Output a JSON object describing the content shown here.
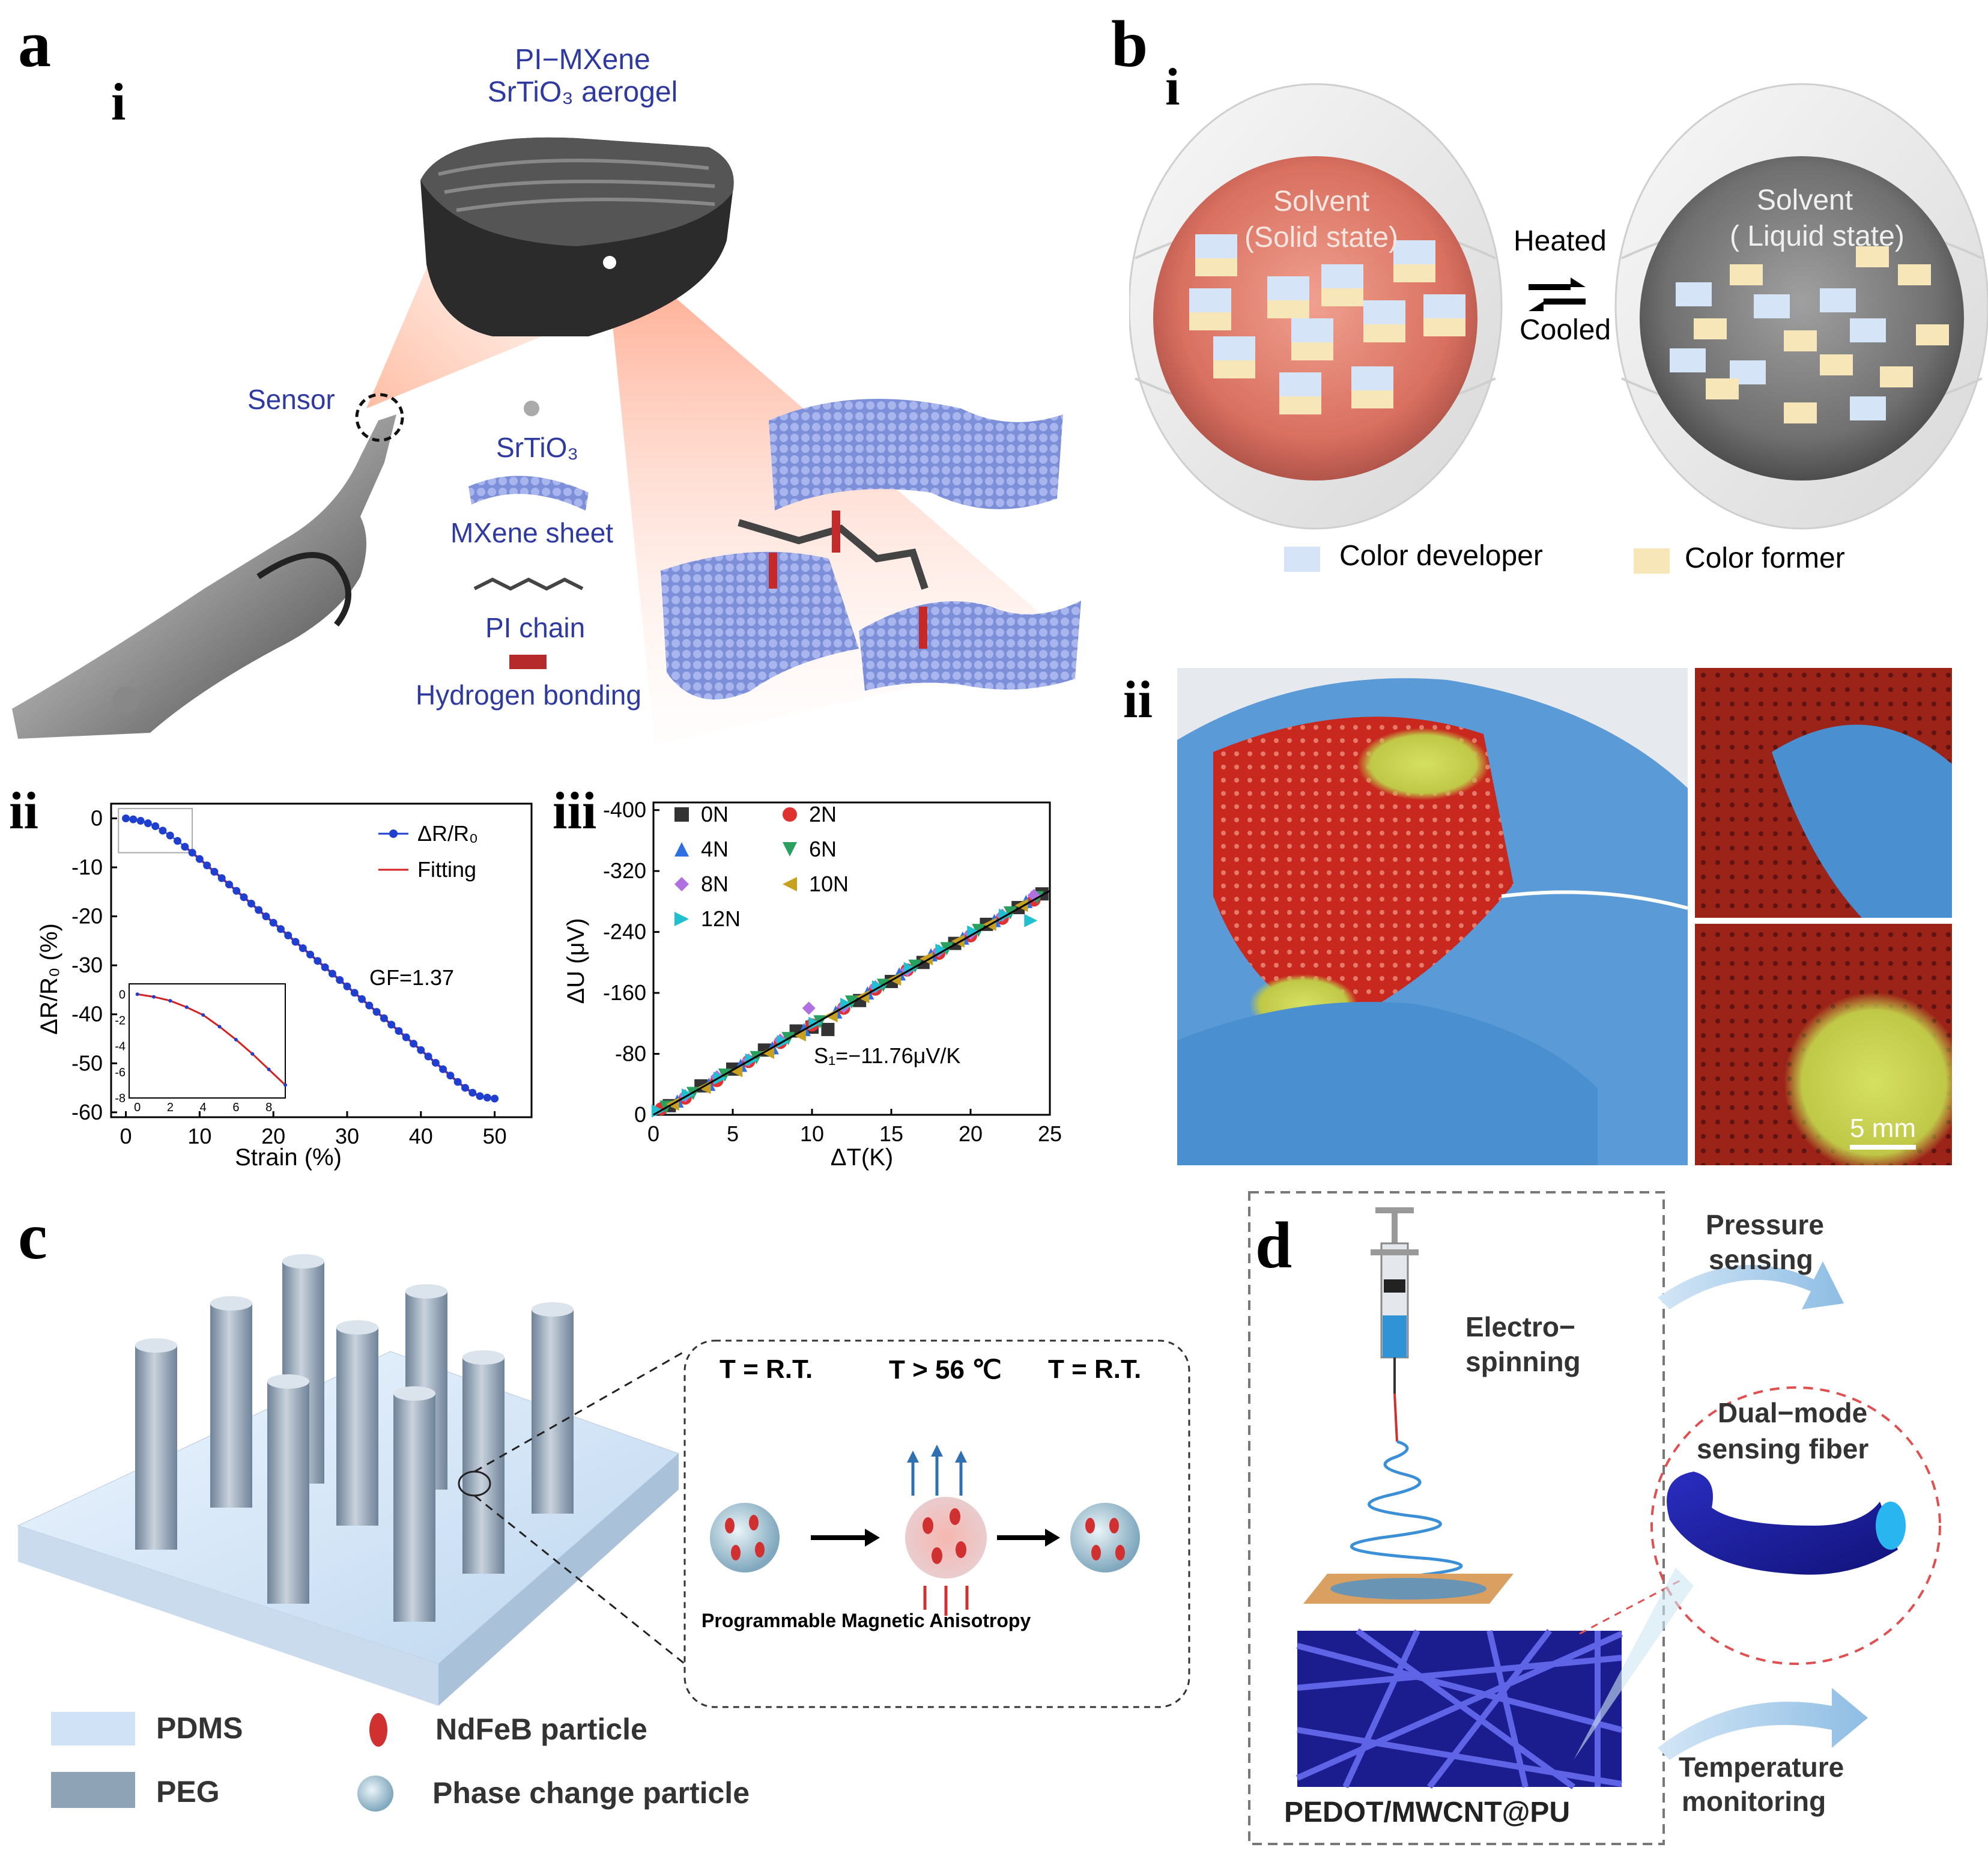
{
  "panel_labels": {
    "a": "a",
    "a_i": "i",
    "a_ii": "ii",
    "a_iii": "iii",
    "b": "b",
    "b_i": "i",
    "b_ii": "ii",
    "c": "c",
    "d": "d"
  },
  "panel_a": {
    "aerogel_line1": "PI−MXene",
    "aerogel_line2": "SrTiO₃ aerogel",
    "sensor": "Sensor",
    "srtio3": "SrTiO₃",
    "mxene_sheet": "MXene sheet",
    "pi_chain": "PI chain",
    "hydrogen_bonding": "Hydrogen bonding"
  },
  "panel_b": {
    "left_solvent": "Solvent",
    "left_state": "(Solid state)",
    "right_solvent": "Solvent",
    "right_state": "( Liquid state)",
    "heated": "Heated",
    "cooled": "Cooled",
    "color_developer": "Color developer",
    "color_former": "Color former",
    "scale_bar": "5 mm"
  },
  "panel_c": {
    "t_rt_1": "T = R.T.",
    "t_hot": "T > 56 ℃",
    "t_rt_2": "T = R.T.",
    "anisotropy": "Programmable Magnetic Anisotropy",
    "legend_pdms": "PDMS",
    "legend_peg": "PEG",
    "legend_ndfeb": "NdFeB particle",
    "legend_phase": "Phase change particle"
  },
  "panel_d": {
    "electro1": "Electro−",
    "electro2": "spinning",
    "pressure1": "Pressure",
    "pressure2": "sensing",
    "dual1": "Dual−mode",
    "dual2": "sensing fiber",
    "material": "PEDOT/MWCNT@PU",
    "temp1": "Temperature",
    "temp2": "monitoring"
  },
  "colors": {
    "label_blue": "#2f3aa0",
    "fit_red": "#d42020",
    "data_blue": "#1f3fd0",
    "glove_blue": "#4a90d0",
    "paper_red": "#c8281e"
  },
  "chart_data": [
    {
      "type": "line",
      "xlabel": "Strain (%)",
      "ylabel": "ΔR/R₀ (%)",
      "xlim": [
        -2,
        55
      ],
      "ylim": [
        -61,
        3
      ],
      "xticks": [
        0,
        10,
        20,
        30,
        40,
        50
      ],
      "yticks": [
        0,
        -10,
        -20,
        -30,
        -40,
        -50,
        -60
      ],
      "annotation": "GF=1.37",
      "legend_position": "top-right",
      "series": [
        {
          "name": "ΔR/R₀",
          "x": [
            0,
            1,
            2,
            3,
            4,
            5,
            6,
            7,
            8,
            9,
            10,
            11,
            12,
            13,
            14,
            15,
            16,
            17,
            18,
            19,
            20,
            21,
            22,
            23,
            24,
            25,
            26,
            27,
            28,
            29,
            30,
            31,
            32,
            33,
            34,
            35,
            36,
            37,
            38,
            39,
            40,
            41,
            42,
            43,
            44,
            45,
            46,
            47,
            48,
            49,
            50
          ],
          "y": [
            0,
            -0.2,
            -0.5,
            -1.0,
            -1.6,
            -2.5,
            -3.5,
            -4.6,
            -5.8,
            -7.0,
            -8.3,
            -9.6,
            -10.9,
            -12.2,
            -13.5,
            -14.8,
            -16.1,
            -17.4,
            -18.7,
            -20.0,
            -21.3,
            -22.6,
            -23.9,
            -25.2,
            -26.5,
            -27.8,
            -29.1,
            -30.4,
            -31.7,
            -33.0,
            -34.3,
            -35.6,
            -36.9,
            -38.2,
            -39.5,
            -40.8,
            -42.1,
            -43.4,
            -44.7,
            -46.0,
            -47.3,
            -48.6,
            -49.9,
            -51.2,
            -52.5,
            -53.8,
            -55.0,
            -56.0,
            -56.7,
            -57.0,
            -57.2
          ]
        },
        {
          "name": "Fitting",
          "x": [
            8,
            50
          ],
          "y": [
            -5.8,
            -57.2
          ]
        }
      ],
      "inset": {
        "xlim": [
          -0.5,
          9
        ],
        "ylim": [
          -8,
          0.8
        ],
        "xticks": [
          0,
          2,
          4,
          6,
          8
        ],
        "yticks": [
          0,
          -2,
          -4,
          -6,
          -8
        ],
        "x": [
          0,
          1,
          2,
          3,
          4,
          5,
          6,
          7,
          8,
          9
        ],
        "y": [
          0,
          -0.2,
          -0.5,
          -1.0,
          -1.6,
          -2.5,
          -3.5,
          -4.6,
          -5.8,
          -7.0
        ]
      }
    },
    {
      "type": "scatter",
      "xlabel": "ΔT(K)",
      "ylabel": "ΔU (μV)",
      "xlim": [
        0,
        25
      ],
      "ylim": [
        0,
        -410
      ],
      "xticks": [
        0,
        5,
        10,
        15,
        20,
        25
      ],
      "yticks": [
        0,
        -80,
        -160,
        -240,
        -320,
        -400
      ],
      "annotation": "S₁=−11.76μV/K",
      "fit_slope": -11.76,
      "legend_position": "top-left",
      "series": [
        {
          "name": "0N",
          "marker": "square",
          "color": "#333333",
          "x": [
            1,
            3,
            5,
            7,
            9,
            10,
            11,
            13,
            15,
            17,
            19,
            21,
            23,
            24.5
          ],
          "y": [
            -12,
            -38,
            -60,
            -85,
            -110,
            -115,
            -112,
            -150,
            -175,
            -200,
            -225,
            -250,
            -272,
            -290
          ]
        },
        {
          "name": "2N",
          "marker": "circle",
          "color": "#e03030",
          "x": [
            0.5,
            2,
            4,
            6,
            8,
            10,
            12,
            14,
            16,
            18,
            20,
            22,
            24
          ],
          "y": [
            -8,
            -22,
            -45,
            -70,
            -95,
            -118,
            -140,
            -165,
            -190,
            -212,
            -235,
            -258,
            -282
          ]
        },
        {
          "name": "4N",
          "marker": "triangle-up",
          "color": "#2f6fe0",
          "x": [
            1.5,
            3.5,
            5.5,
            7.5,
            9.5,
            11.5,
            13.5,
            15.5,
            17.5,
            19.5,
            21.5,
            23.5
          ],
          "y": [
            -18,
            -40,
            -65,
            -88,
            -112,
            -135,
            -160,
            -185,
            -210,
            -232,
            -255,
            -280
          ]
        },
        {
          "name": "6N",
          "marker": "triangle-down",
          "color": "#2aa060",
          "x": [
            0.8,
            2.5,
            4.5,
            6.5,
            8.5,
            10.5,
            12.5,
            14.5,
            16.5,
            18.5,
            20.5,
            22.5,
            24.2
          ],
          "y": [
            -10,
            -28,
            -52,
            -75,
            -100,
            -122,
            -148,
            -170,
            -195,
            -218,
            -242,
            -265,
            -285
          ]
        },
        {
          "name": "8N",
          "marker": "diamond",
          "color": "#b070e0",
          "x": [
            2,
            4,
            6,
            8,
            9.8,
            12,
            14,
            16,
            18,
            20,
            22,
            24
          ],
          "y": [
            -25,
            -50,
            -72,
            -98,
            -140,
            -142,
            -168,
            -190,
            -215,
            -238,
            -262,
            -288
          ]
        },
        {
          "name": "10N",
          "marker": "triangle-left",
          "color": "#c8a020",
          "x": [
            1.2,
            3.2,
            5.2,
            7.2,
            9.2,
            11.2,
            13.2,
            15.2,
            17.2,
            19.2,
            21.2,
            23.2
          ],
          "y": [
            -14,
            -36,
            -58,
            -82,
            -105,
            -130,
            -155,
            -178,
            -205,
            -228,
            -250,
            -275
          ]
        },
        {
          "name": "12N",
          "marker": "triangle-right",
          "color": "#20c0d0",
          "x": [
            0.3,
            2.2,
            4.2,
            6.2,
            8.2,
            10.2,
            12.2,
            14.2,
            16.2,
            18.2,
            20.2,
            22.2,
            23.8
          ],
          "y": [
            -5,
            -26,
            -48,
            -72,
            -96,
            -120,
            -145,
            -168,
            -192,
            -216,
            -240,
            -262,
            -255
          ]
        }
      ]
    }
  ]
}
